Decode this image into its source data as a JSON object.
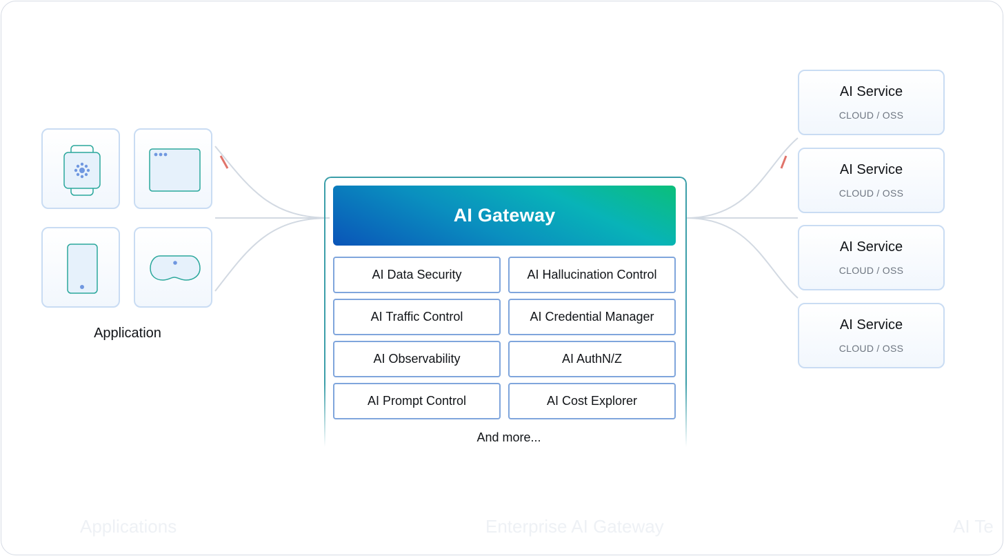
{
  "application": {
    "label": "Application",
    "devices": [
      {
        "icon": "smartwatch-icon"
      },
      {
        "icon": "browser-window-icon"
      },
      {
        "icon": "smartphone-icon"
      },
      {
        "icon": "vr-headset-icon"
      }
    ]
  },
  "gateway": {
    "title": "AI Gateway",
    "features": [
      "AI Data Security",
      "AI Hallucination Control",
      "AI Traffic Control",
      "AI Credential Manager",
      "AI Observability",
      "AI AuthN/Z",
      "AI Prompt Control",
      "AI Cost Explorer"
    ],
    "more": "And more..."
  },
  "services": [
    {
      "title": "AI Service",
      "subtitle": "CLOUD / OSS"
    },
    {
      "title": "AI Service",
      "subtitle": "CLOUD / OSS"
    },
    {
      "title": "AI Service",
      "subtitle": "CLOUD / OSS"
    },
    {
      "title": "AI Service",
      "subtitle": "CLOUD / OSS"
    }
  ],
  "ghost_captions": [
    "Applications",
    "Enterprise AI Gateway",
    "AI Te"
  ],
  "colors": {
    "gateway_gradient": [
      "#0a54b8",
      "#08b3b8",
      "#0bbf7a"
    ],
    "gateway_border": "#3a9ea8",
    "feature_border": "#7fa5dc",
    "tile_border": "#c9dcf3",
    "connector": "#cfd6df"
  }
}
